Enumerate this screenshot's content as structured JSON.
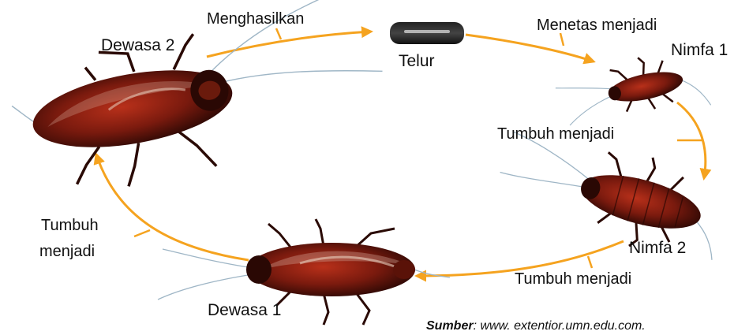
{
  "stages": {
    "egg": "Telur",
    "nymph1": "Nimfa 1",
    "nymph2": "Nimfa 2",
    "adult1": "Dewasa 1",
    "adult2": "Dewasa 2"
  },
  "transitions": {
    "produces": "Menghasilkan",
    "hatches_into": "Menetas menjadi",
    "grows_into_1": "Tumbuh menjadi",
    "grows_into_2": "Tumbuh menjadi",
    "grows_into_3_line1": "Tumbuh",
    "grows_into_3_line2": "menjadi"
  },
  "source": {
    "prefix": "Sumber",
    "text": ": www. extentior.umn.edu.com."
  },
  "colors": {
    "arrow": "#f5a31f",
    "body_dark": "#3a0d06",
    "body_red": "#9c2414",
    "wing_light": "#d8b0a0",
    "leg": "#2a0a05",
    "antenna": "#9fb6c6"
  }
}
